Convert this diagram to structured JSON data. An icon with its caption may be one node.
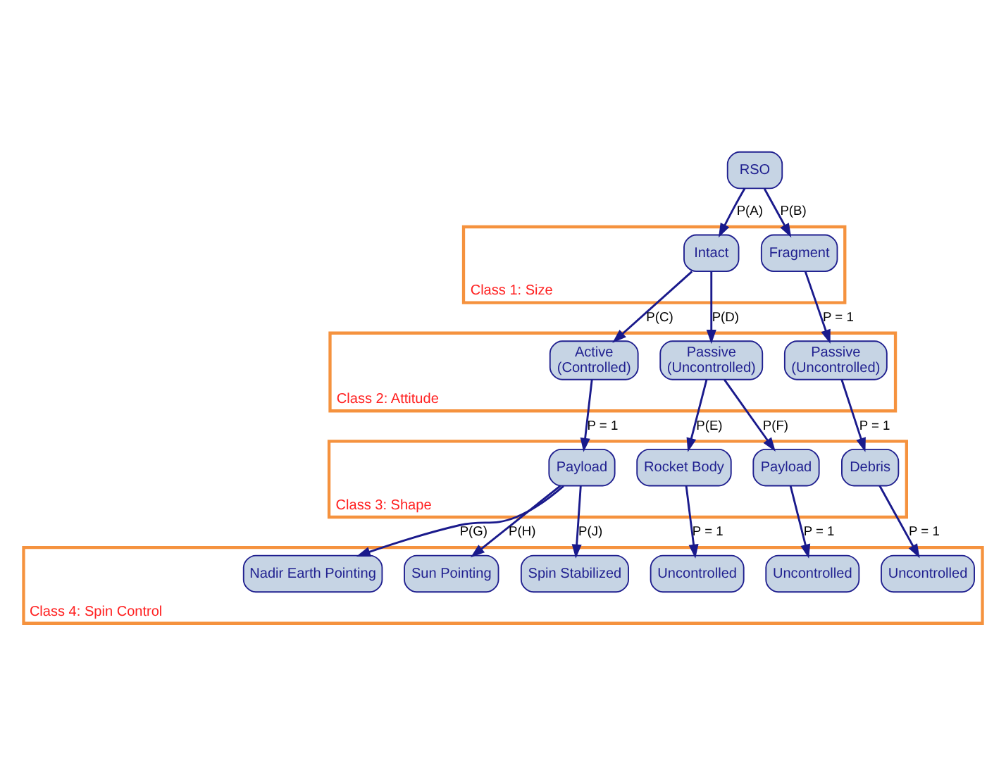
{
  "diagram": {
    "nodes": [
      {
        "text": [
          "RSO"
        ]
      },
      {
        "text": [
          "Class 1: Size"
        ]
      },
      {
        "text": [
          "Intact"
        ],
        "in": 1
      },
      {
        "text": [
          "Fragment"
        ],
        "in": 1
      },
      {
        "text": [
          "Class 2: Attitude"
        ]
      },
      {
        "text": [
          "Active",
          "(Controlled)"
        ],
        "in": 4
      },
      {
        "text": [
          "Passive",
          "(Uncontrolled)"
        ],
        "in": 4
      },
      {
        "text": [
          "Passive",
          "(Uncontrolled)"
        ],
        "in": 4
      },
      {
        "text": [
          "Class 3: Shape"
        ]
      },
      {
        "text": [
          "Payload"
        ],
        "in": 8
      },
      {
        "text": [
          "Rocket Body"
        ],
        "in": 8
      },
      {
        "text": [
          "Payload"
        ],
        "in": 8
      },
      {
        "text": [
          "Debris"
        ],
        "in": 8
      },
      {
        "text": [
          "Class 4: Spin Control"
        ]
      },
      {
        "text": [
          "Nadir Earth Pointing"
        ],
        "in": 13
      },
      {
        "text": [
          "Sun Pointing"
        ],
        "in": 13
      },
      {
        "text": [
          "Spin Stabilized"
        ],
        "in": 13
      },
      {
        "text": [
          "Uncontrolled"
        ],
        "in": 13
      },
      {
        "text": [
          "Uncontrolled"
        ],
        "in": 13
      },
      {
        "text": [
          "Uncontrolled"
        ],
        "in": 13
      }
    ],
    "edges": [
      {
        "from": 0,
        "to": 2,
        "arrow": "to",
        "label": "P(A)"
      },
      {
        "from": 0,
        "to": 3,
        "arrow": "to",
        "label": "P(B)"
      },
      {
        "from": 2,
        "to": 5,
        "arrow": "to",
        "label": "P(C)"
      },
      {
        "from": 2,
        "to": 6,
        "arrow": "to",
        "label": "P(D)"
      },
      {
        "from": 3,
        "to": 7,
        "arrow": "to",
        "label": "P = 1"
      },
      {
        "from": 5,
        "to": 9,
        "arrow": "to",
        "label": "P = 1"
      },
      {
        "from": 6,
        "to": 10,
        "arrow": "to",
        "label": "P(E)"
      },
      {
        "from": 6,
        "to": 11,
        "arrow": "to",
        "label": "P(F)"
      },
      {
        "from": 7,
        "to": 12,
        "arrow": "to",
        "label": "P = 1"
      },
      {
        "from": 9,
        "to": 14,
        "arrow": "to",
        "label": "P(G)"
      },
      {
        "from": 9,
        "to": 15,
        "arrow": "to",
        "label": "P(H)"
      },
      {
        "from": 9,
        "to": 16,
        "arrow": "to",
        "label": "P(J)"
      },
      {
        "from": 10,
        "to": 17,
        "arrow": "to",
        "label": "P = 1"
      },
      {
        "from": 11,
        "to": 18,
        "arrow": "to",
        "label": "P = 1"
      },
      {
        "from": 12,
        "to": 19,
        "arrow": "to",
        "label": "P = 1"
      }
    ]
  }
}
